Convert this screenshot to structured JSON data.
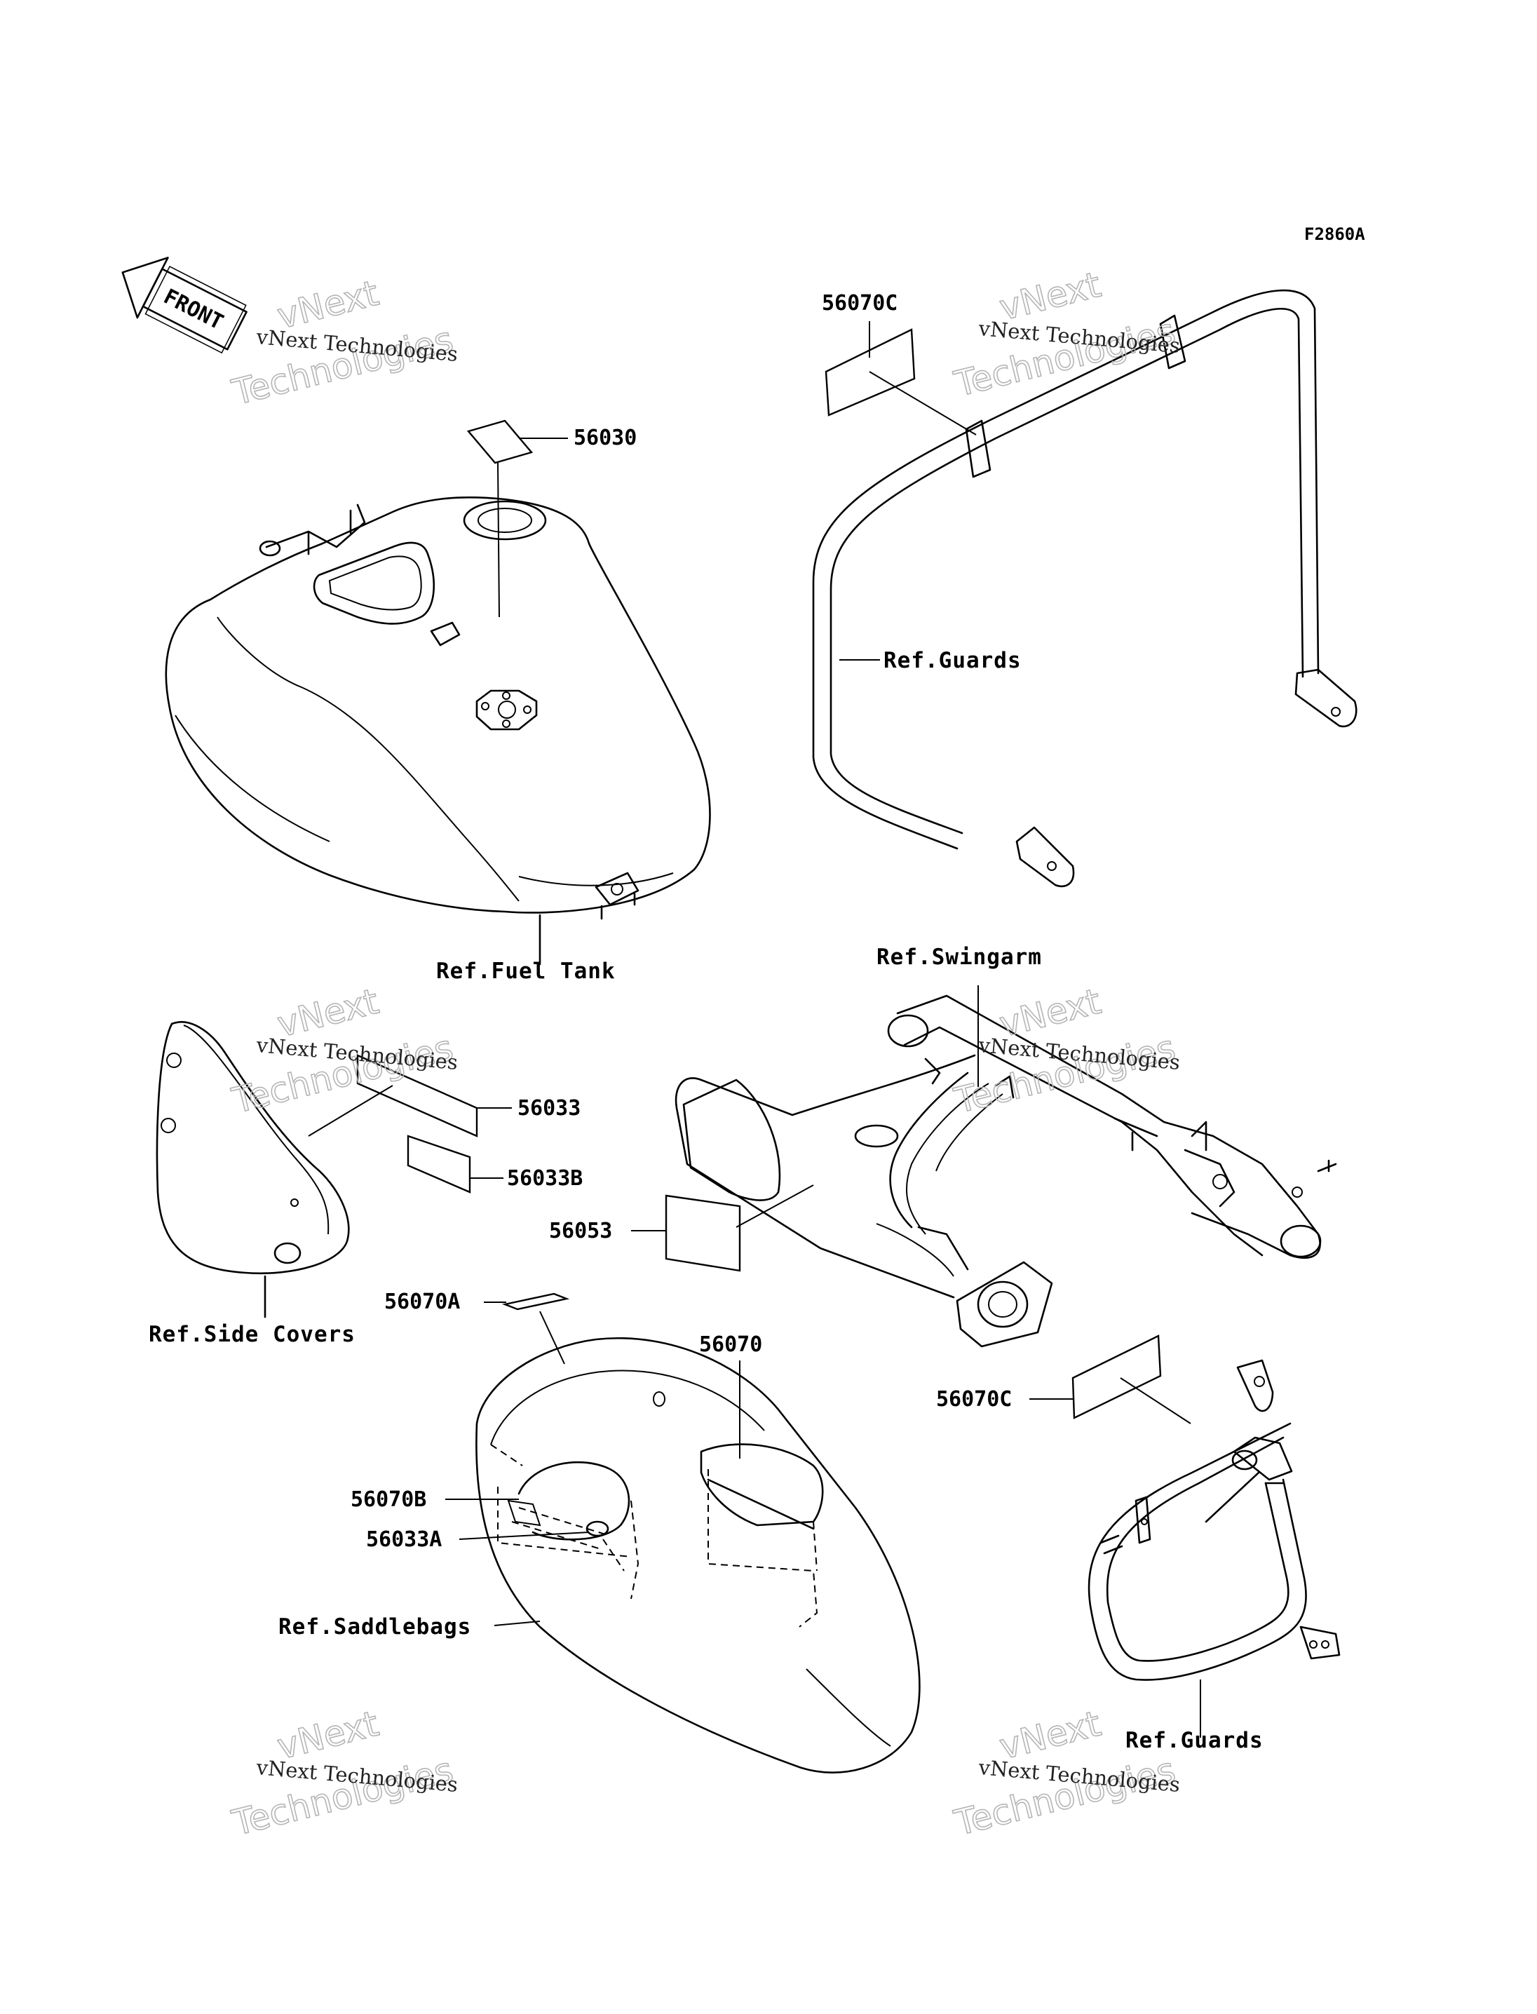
{
  "figure": {
    "code": "F2860A",
    "front_label": "FRONT"
  },
  "parts": {
    "p56030": "56030",
    "p56070C_top": "56070C",
    "p56033": "56033",
    "p56033B": "56033B",
    "p56053": "56053",
    "p56070A": "56070A",
    "p56070": "56070",
    "p56070C_bottom": "56070C",
    "p56070B": "56070B",
    "p56033A": "56033A"
  },
  "references": {
    "fuel_tank": "Ref.Fuel Tank",
    "guards_top": "Ref.Guards",
    "swingarm": "Ref.Swingarm",
    "side_covers": "Ref.Side Covers",
    "saddlebags": "Ref.Saddlebags",
    "guards_bottom": "Ref.Guards"
  },
  "watermark": {
    "line1": "vNext Technologies",
    "big_a": "vNext",
    "big_b": "Technologies"
  }
}
